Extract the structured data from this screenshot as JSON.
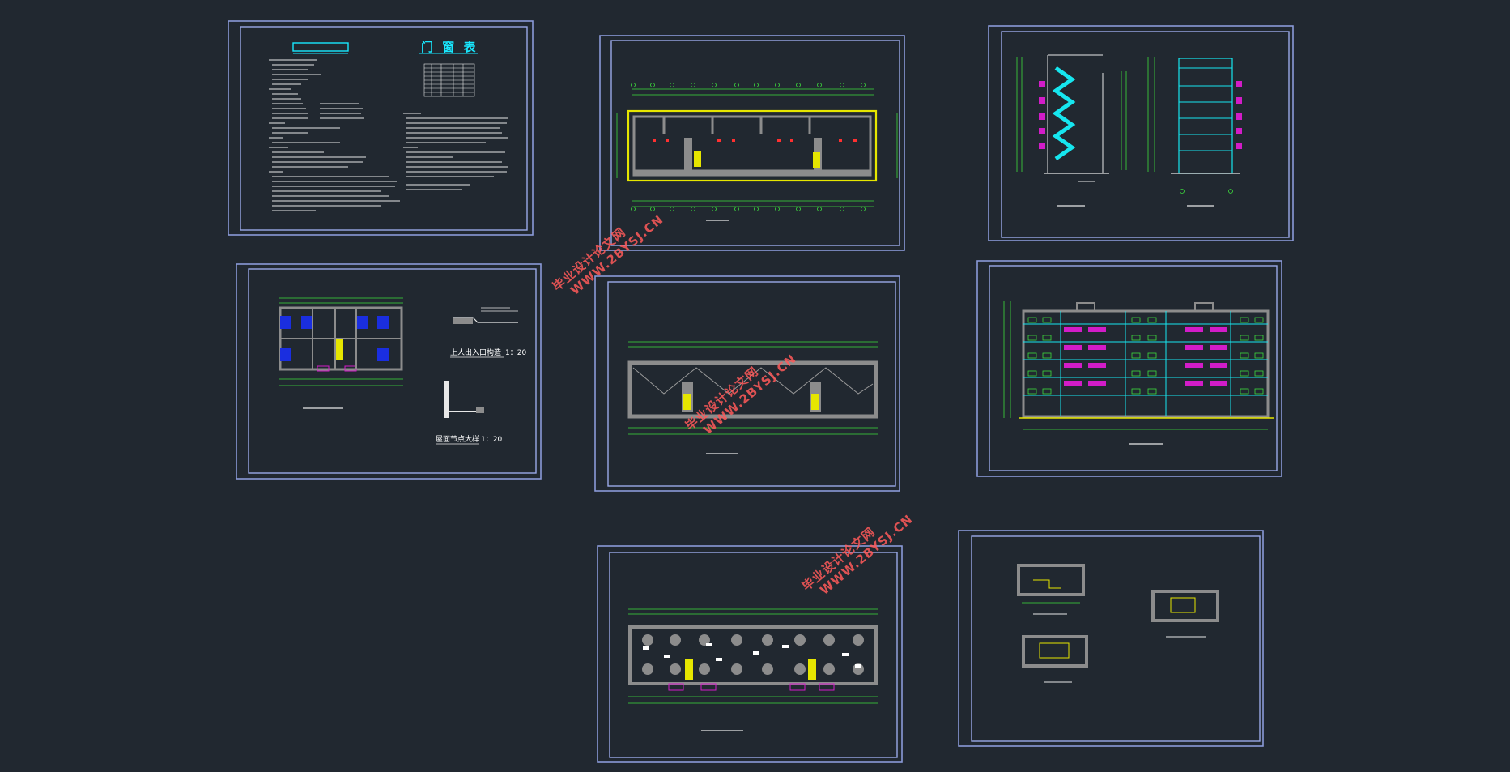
{
  "sheets": {
    "notes": {
      "table_title": "门 窗 表"
    },
    "detail": {
      "caption_1": "上人出入口构造",
      "scale_1": "1：20",
      "caption_2": "屋面节点大样",
      "scale_2": "1：20"
    }
  },
  "watermark": {
    "site": "WWW.2BYSJ.CN",
    "brand": "毕业设计论文网"
  },
  "colors": {
    "background": "#212830",
    "frame": "#8a9ad8",
    "dimension": "#3ddc3d",
    "cyan": "#16e6ef",
    "magenta": "#d21cc8",
    "yellow": "#e6e600",
    "watermark": "#ff5a5a"
  }
}
